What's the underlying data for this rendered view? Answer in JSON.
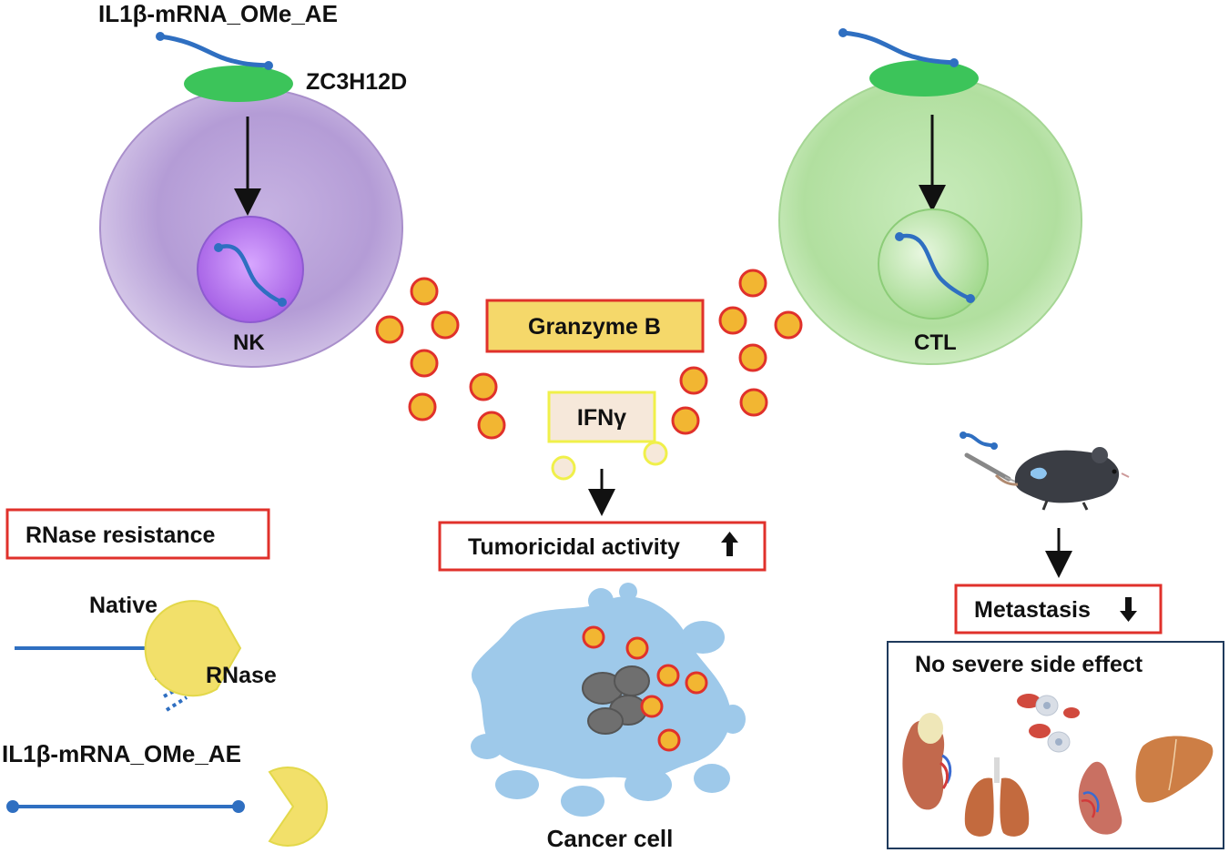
{
  "labels": {
    "oligo_top": "IL1β-mRNA_OMe_AE",
    "receptor": "ZC3H12D",
    "nk": "NK",
    "ctl": "CTL",
    "granzyme": "Granzyme B",
    "ifn": "IFNγ",
    "tumoricidal": "Tumoricidal activity",
    "metastasis": "Metastasis",
    "side_effect": "No severe side effect",
    "rnase_resistance": "RNase resistance",
    "native": "Native",
    "rnase": "RNase",
    "oligo_bottom": "IL1β-mRNA_OMe_AE",
    "cancer_cell": "Cancer cell"
  },
  "colors": {
    "nk_cell": "#b79fd6",
    "ctl_cell": "#b6e3a6",
    "receptor": "#3cc45a",
    "mrna": "#2f6fc1",
    "granule_fill": "#f2b632",
    "granule_stroke": "#e0312b",
    "label_box_border": "#e0312b",
    "granzyme_box_fill": "#f5d86a",
    "ifn_box_fill": "#f6e8da",
    "ifn_box_border": "#f0f04a",
    "cancer_cell": "#9ec9ea",
    "pacman": "#f2e06a",
    "side_effect_border": "#1f3a5c"
  },
  "icons": {
    "up_arrow": "up-arrow-icon",
    "down_arrow": "down-arrow-icon",
    "mouse": "mouse-icon",
    "kidney": "kidney-icon",
    "lungs": "lungs-icon",
    "blood_cells": "blood-cells-icon",
    "spleen": "spleen-icon",
    "liver": "liver-icon"
  }
}
